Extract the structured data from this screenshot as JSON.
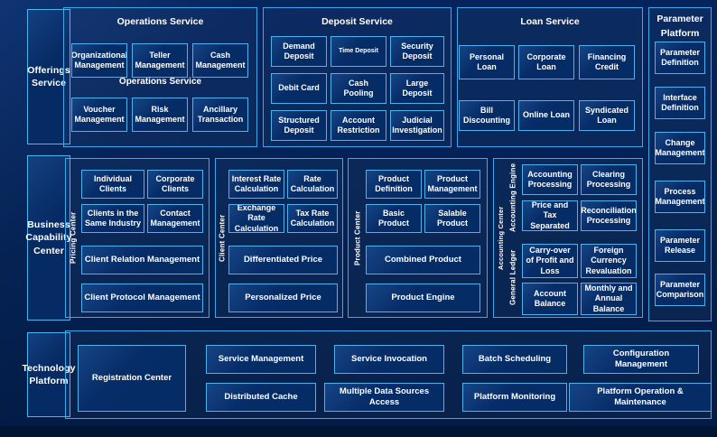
{
  "rows": {
    "offerings": {
      "label": "Offerings Service",
      "groups": [
        {
          "title": "Operations Service",
          "overlay_title": "Operations Service",
          "cells": [
            "Organizational Management",
            "Teller Management",
            "Cash Management",
            "Voucher Management",
            "Risk Management",
            "Ancillary Transaction"
          ]
        },
        {
          "title": "Deposit Service",
          "cells": [
            "Demand Deposit",
            "Time Deposit",
            "Security Deposit",
            "Debit Card",
            "Cash Pooling",
            "Large Deposit",
            "Structured Deposit",
            "Account Restriction",
            "Judicial Investigation"
          ]
        },
        {
          "title": "Loan Service",
          "cells": [
            "Personal Loan",
            "Corporate Loan",
            "Financing Credit",
            "Bill Discounting",
            "Online Loan",
            "Syndicated Loan"
          ]
        }
      ]
    },
    "business": {
      "label": "Business Capability Center",
      "groups": [
        {
          "vlabel": "Pricing Center",
          "cells": [
            "Individual Clients",
            "Corporate Clients",
            "Clients in the Same Industry",
            "Contact Management",
            "Client Relation Management",
            "Client Protocol Management"
          ]
        },
        {
          "vlabel": "Client Center",
          "cells": [
            "Interest Rate Calculation",
            "Rate Calculation",
            "Exchange Rate Calculation",
            "Tax Rate Calculation",
            "Differentiated Price",
            "Personalized Price"
          ]
        },
        {
          "vlabel": "Product Center",
          "cells": [
            "Product Definition",
            "Product Management",
            "Basic Product",
            "Salable Product",
            "Combined Product",
            "Product Engine"
          ]
        },
        {
          "vlabel": "Accounting Center",
          "sub_labels": [
            "Accounting Engine",
            "General  Ledger"
          ],
          "cells": [
            "Accounting Processing",
            "Clearing Processing",
            "Price and Tax Separated",
            "Reconciliation Processing",
            "Carry-over of Profit and Loss",
            "Foreign Currency Revaluation",
            "Account Balance",
            "Monthly and Annual Balance"
          ]
        }
      ]
    },
    "technology": {
      "label": "Technology Platform",
      "cells": [
        "Registration Center",
        "Service Management",
        "Service Invocation",
        "Batch Scheduling",
        "Configuration Management",
        "Distributed Cache",
        "Multiple Data Sources Access",
        "Platform Monitoring",
        "Platform Operation & Maintenance"
      ]
    }
  },
  "parameter_platform": {
    "title": "Parameter Platform",
    "cells": [
      "Parameter Definition",
      "Interface Definition",
      "Change Management",
      "Process Management",
      "Parameter Release",
      "Parameter Comparison"
    ]
  },
  "colors": {
    "background": "#042253",
    "panel_border": "#3f8fd0",
    "cell_border": "#4fb2ee",
    "accent": "#49b6ef",
    "text": "#ffffff"
  }
}
